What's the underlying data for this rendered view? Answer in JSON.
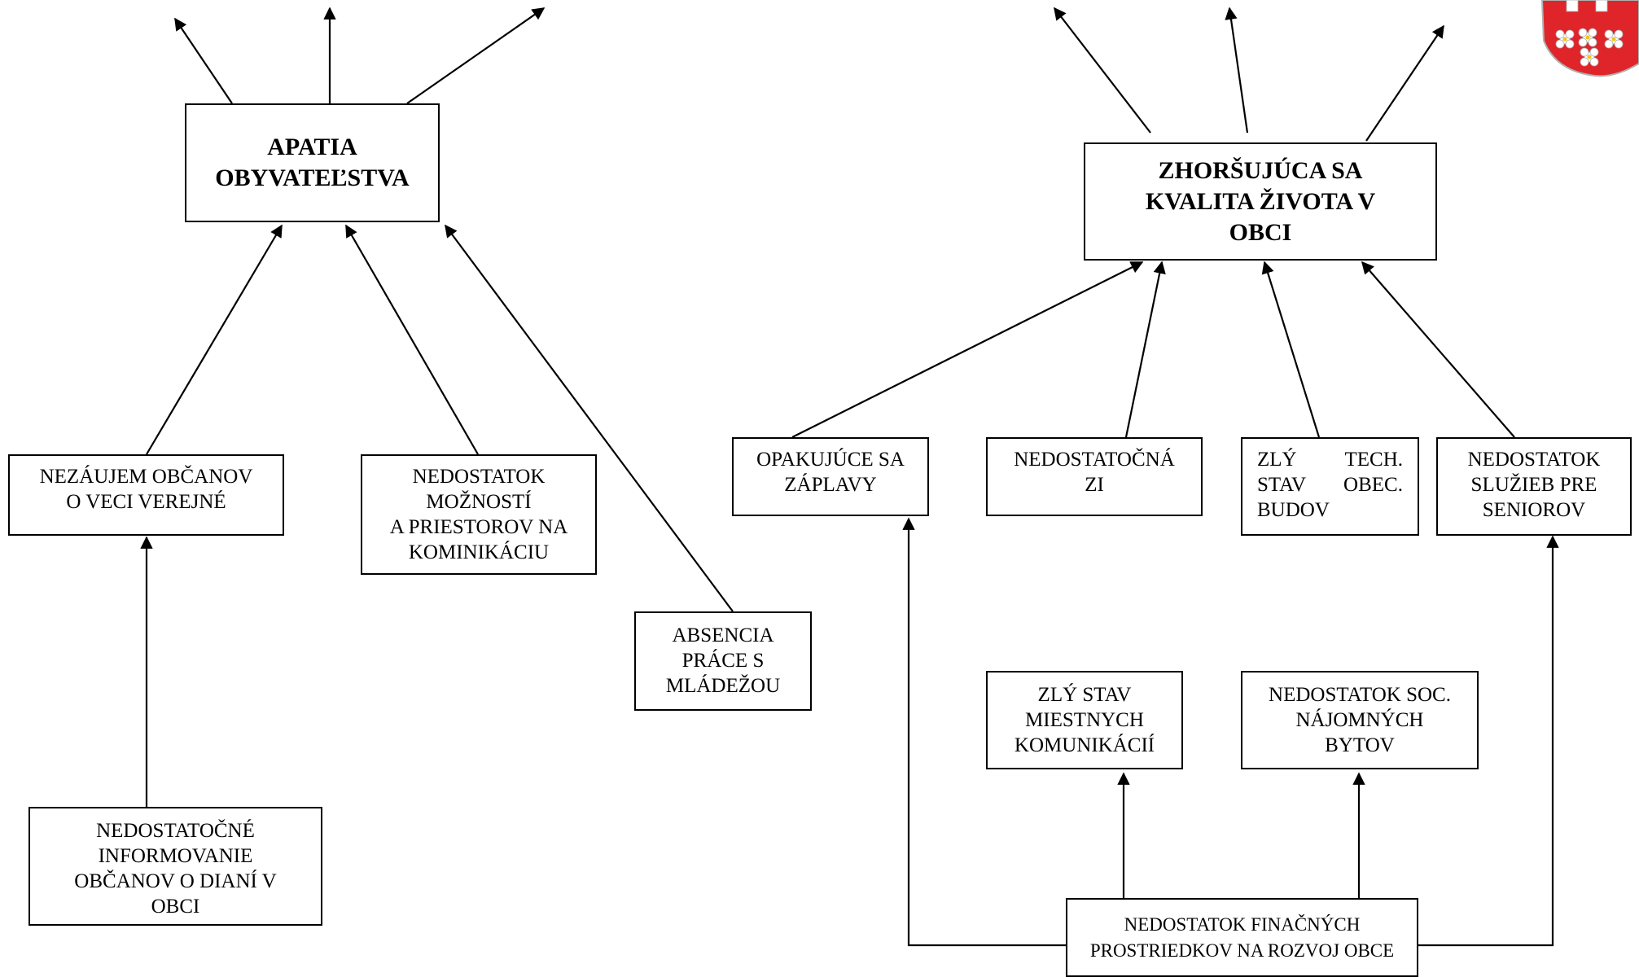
{
  "boxes": {
    "apatia": "APATIA\nOBYVATEĽSTVA",
    "zhorsujuca": "ZHORŠUJÚCA SA\nKVALITA ŽIVOTA V\nOBCI",
    "nezaujem": "NEZÁUJEM OBČANOV\nO VECI VEREJNÉ",
    "nedostatok_moznosti": "NEDOSTATOK\nMOŽNOSTÍ\nA PRIESTOROV NA\nKOMINIKÁCIU",
    "absencia": "ABSENCIA\nPRÁCE S\nMLÁDEŽOU",
    "informovanie": "NEDOSTATOČNÉ\nINFORMOVANIE\nOBČANOV O DIANÍ V\nOBCI",
    "zaplavy": "OPAKUJÚCE SA\nZÁPLAVY",
    "zi": "NEDOSTATOČNÁ\nZI",
    "tech_stav": "ZLÝ TECH. STAV OBEC. BUDOV",
    "seniori": "NEDOSTATOK\nSLUŽIEB PRE\nSENIOROV",
    "komunikacie": "ZLÝ STAV\nMIESTNYCH\nKOMUNIKÁCIÍ",
    "byty": "NEDOSTATOK SOC.\nNÁJOMNÝCH\nBYTOV",
    "financie": "NEDOSTATOK FINAČNÝCH\nPROSTRIEDKOV NA ROZVOJ OBCE"
  },
  "colors": {
    "seal_red": "#e0252a",
    "seal_white": "#ffffff"
  },
  "icons": {
    "seal": "municipal-coat-of-arms-icon"
  }
}
